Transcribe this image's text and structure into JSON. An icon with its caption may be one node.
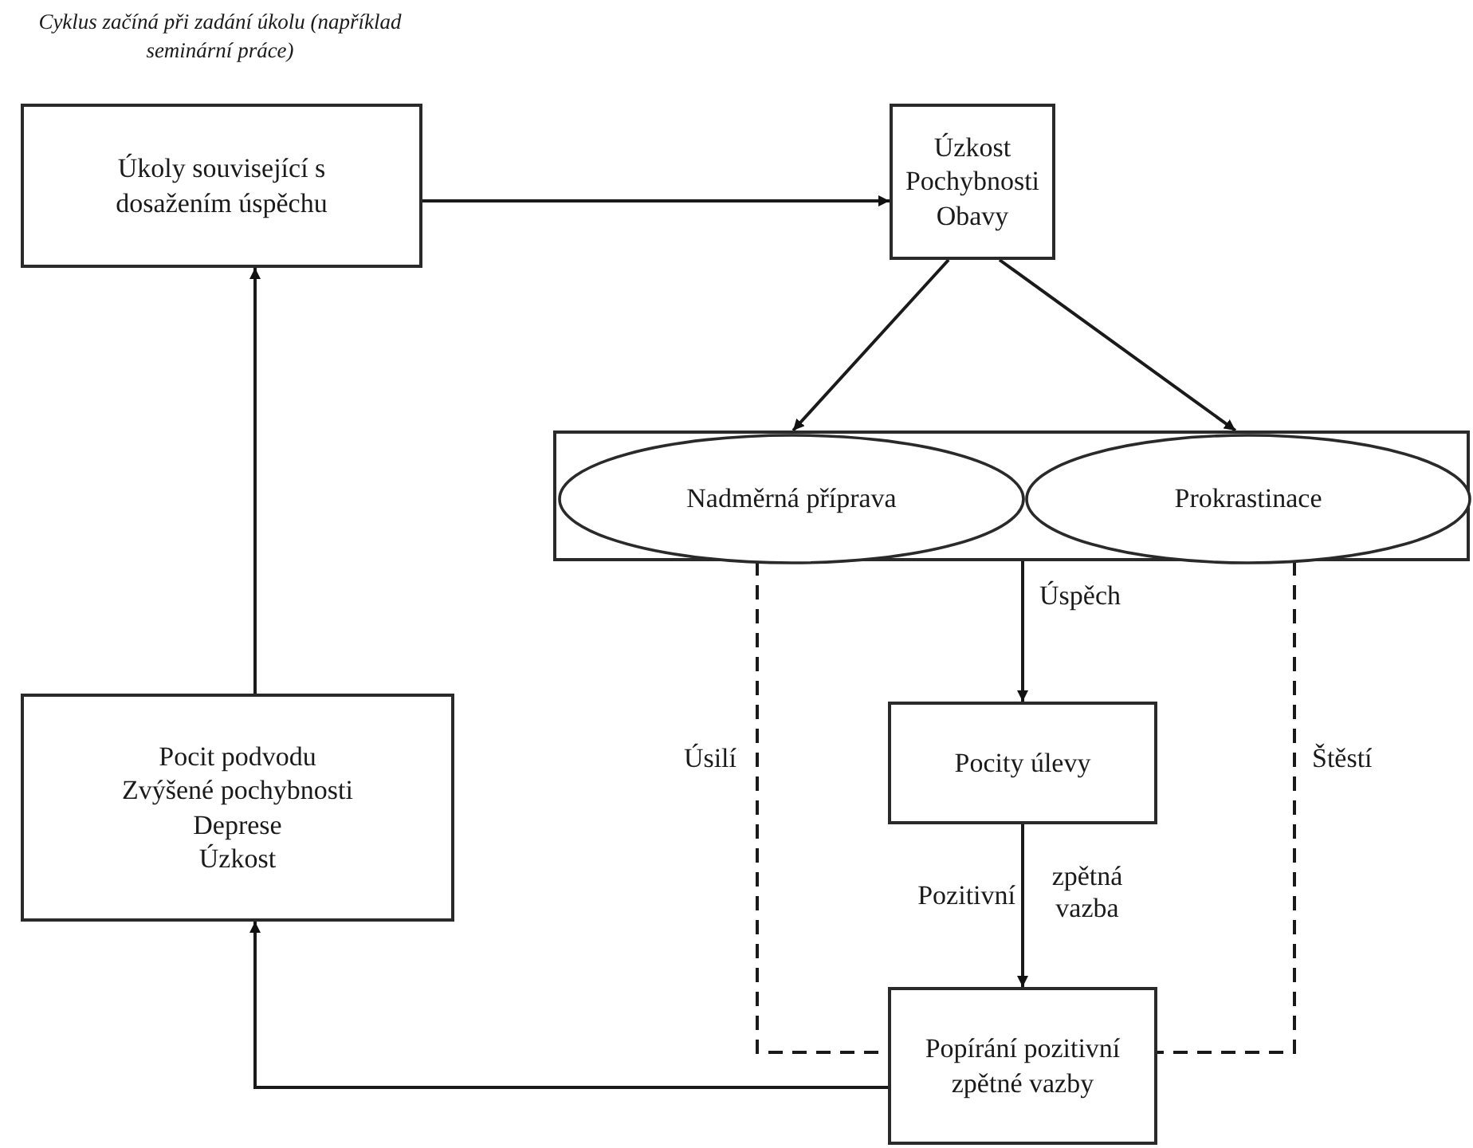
{
  "diagram": {
    "nodes": [
      {
        "text": [
          "Úkoly související s dosažením úspěchu"
        ],
        "beside": [
          "Cyklus začíná při zadání úkolu (například seminární práce)"
        ]
      },
      {
        "text": [
          "Úzkost",
          "Pochybnosti",
          "Obavy"
        ]
      },
      {
        "text": [],
        "shape": "box"
      },
      {
        "text": [
          "Nadměrná příprava"
        ],
        "in": 2
      },
      {
        "text": [
          "Prokrastinace"
        ],
        "in": 2
      },
      {
        "text": [
          "Pocity úlevy"
        ]
      },
      {
        "text": [
          "Popírání pozitivní zpětné vazby"
        ]
      },
      {
        "text": [
          "Pocit podvodu",
          "Zvýšené pochybnosti",
          "Deprese",
          "Úzkost"
        ]
      }
    ],
    "edges": [
      {
        "from": 0,
        "to": 1,
        "arrow": "to"
      },
      {
        "from": 1,
        "to": 3,
        "arrow": "to"
      },
      {
        "from": 1,
        "to": 4,
        "arrow": "to"
      },
      {
        "from": 2,
        "to": 5,
        "arrow": "to",
        "label": "Úspěch"
      },
      {
        "from": 5,
        "to": 6,
        "arrow": "to",
        "label": "Pozitivní"
      },
      {
        "from": 3,
        "to": 6,
        "arrow": "none",
        "style": "dashed",
        "label": "Úsilí"
      },
      {
        "from": 4,
        "to": 6,
        "arrow": "none",
        "style": "dashed",
        "label": "Štěstí"
      },
      {
        "from": 6,
        "to": 7,
        "arrow": "to"
      },
      {
        "from": 7,
        "to": 0,
        "arrow": "to"
      }
    ],
    "labels": [
      "zpětná vazba"
    ]
  }
}
